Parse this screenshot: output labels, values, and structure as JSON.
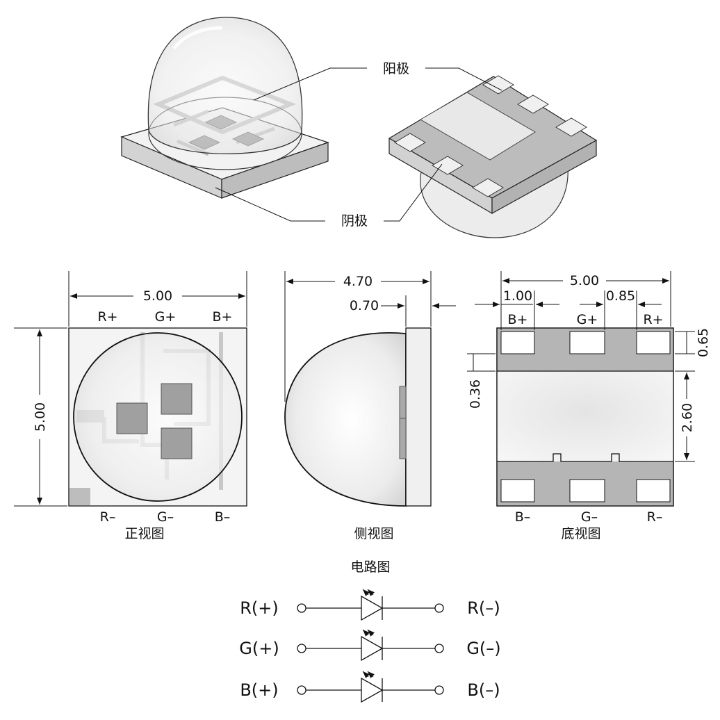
{
  "callouts": {
    "anode": "阳极",
    "cathode": "阴极"
  },
  "front_view": {
    "caption": "正视图",
    "width_dim": "5.00",
    "height_dim": "5.00",
    "top_labels": [
      "R+",
      "G+",
      "B+"
    ],
    "bottom_labels": [
      "R–",
      "G–",
      "B–"
    ]
  },
  "side_view": {
    "caption": "侧视图",
    "length_dim": "4.70",
    "base_dim": "0.70"
  },
  "bottom_view": {
    "caption": "底视图",
    "width_dim": "5.00",
    "pad_width_dim": "1.00",
    "pad_gap_dim": "0.85",
    "pad_height_dim": "0.65",
    "pad_offset_dim": "0.36",
    "center_dim": "2.60",
    "top_labels": [
      "B+",
      "G+",
      "R+"
    ],
    "bottom_labels": [
      "B–",
      "G–",
      "R–"
    ]
  },
  "circuit": {
    "title": "电路图",
    "rows": [
      {
        "left": "R(+)",
        "right": "R(–)"
      },
      {
        "left": "G(+)",
        "right": "G(–)"
      },
      {
        "left": "B(+)",
        "right": "B(–)"
      }
    ]
  }
}
